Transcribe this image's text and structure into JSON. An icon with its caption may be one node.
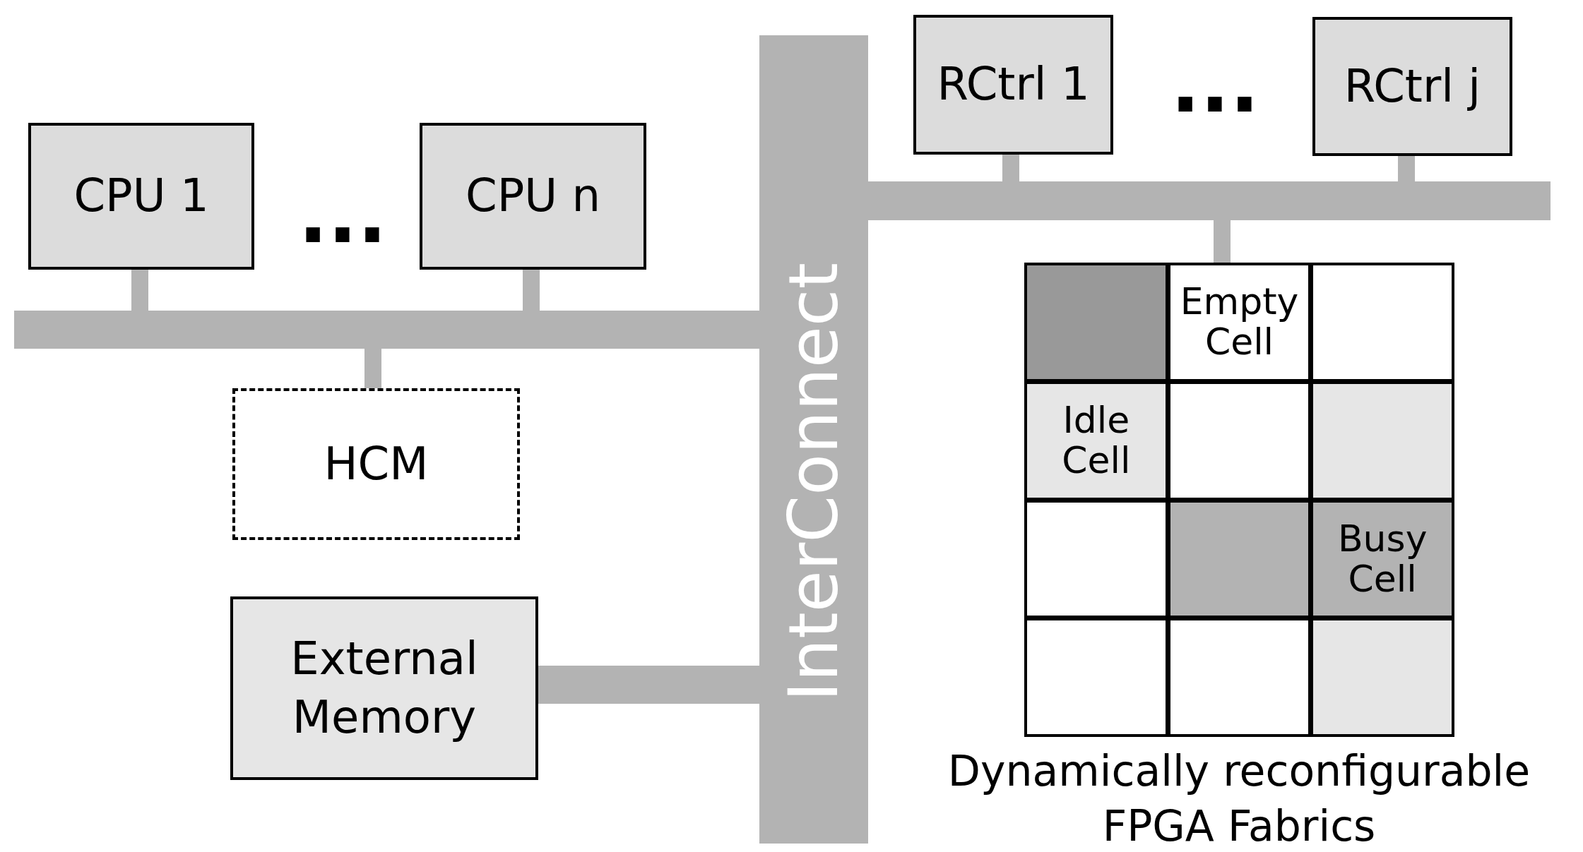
{
  "diagram": {
    "nodes": [
      {
        "text": [
          "CPU 1"
        ]
      },
      {
        "text": [
          "CPU n"
        ]
      },
      {
        "text": [],
        "shape": "bar"
      },
      {
        "text": [
          "HCM"
        ]
      },
      {
        "text": [
          "External Memory"
        ]
      },
      {
        "text": [
          "InterConnect"
        ]
      },
      {
        "text": [
          "RCtrl 1"
        ]
      },
      {
        "text": [
          "RCtrl j"
        ]
      },
      {
        "text": [],
        "shape": "bar"
      },
      {
        "text": [],
        "shape": "box",
        "beside": [
          "Dynamically reconfigurable FPGA Fabrics"
        ]
      },
      {
        "text": [],
        "shape": "box",
        "in": 9
      },
      {
        "text": [
          "Empty Cell"
        ],
        "in": 9
      },
      {
        "text": [],
        "shape": "box",
        "in": 9
      },
      {
        "text": [
          "Idle Cell"
        ],
        "in": 9
      },
      {
        "text": [],
        "shape": "box",
        "in": 9
      },
      {
        "text": [],
        "shape": "box",
        "in": 9
      },
      {
        "text": [],
        "shape": "box",
        "in": 9
      },
      {
        "text": [],
        "shape": "box",
        "in": 9
      },
      {
        "text": [
          "Busy Cell"
        ],
        "in": 9
      },
      {
        "text": [],
        "shape": "box",
        "in": 9
      },
      {
        "text": [],
        "shape": "box",
        "in": 9
      },
      {
        "text": [],
        "shape": "box",
        "in": 9
      }
    ],
    "edges": [
      {
        "from": 0,
        "to": 2,
        "arrow": "none"
      },
      {
        "from": 1,
        "to": 2,
        "arrow": "none"
      },
      {
        "from": 2,
        "to": 3,
        "arrow": "none"
      },
      {
        "from": 4,
        "to": 5,
        "arrow": "none",
        "style": "thick"
      },
      {
        "from": 6,
        "to": 8,
        "arrow": "none"
      },
      {
        "from": 7,
        "to": 8,
        "arrow": "none"
      },
      {
        "from": 8,
        "to": 9,
        "arrow": "none"
      }
    ],
    "labels": [
      "...",
      "..."
    ]
  }
}
